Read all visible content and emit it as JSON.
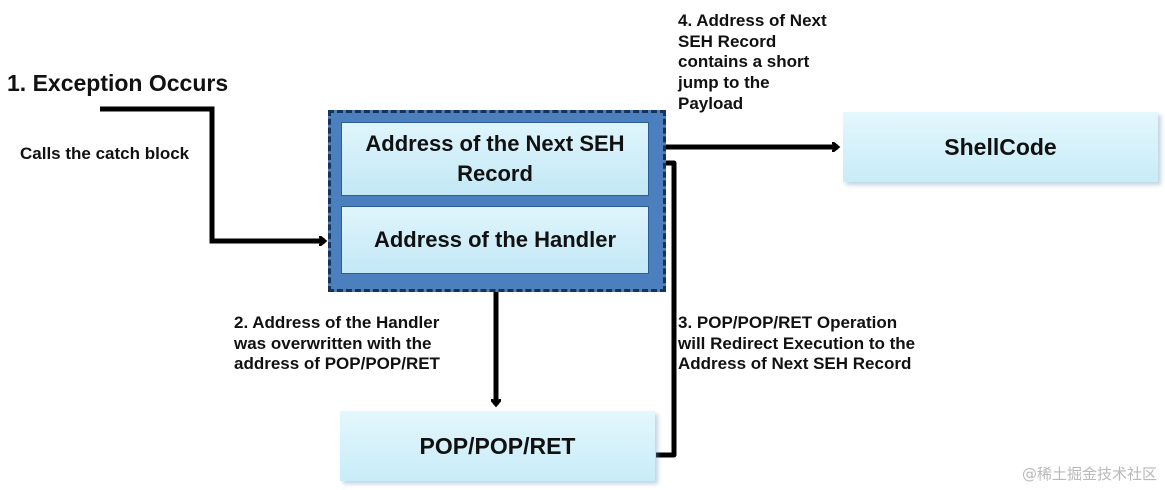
{
  "diagram": {
    "title": "1. Exception Occurs",
    "catch_label": "Calls the catch block",
    "seh_record": {
      "next_record_label": "Address of the Next SEH\nRecord",
      "handler_label": "Address of the Handler"
    },
    "shellcode_label": "ShellCode",
    "poppopret_label": "POP/POP/RET",
    "step2_label": "2. Address of the Handler\nwas overwritten with the\naddress of POP/POP/RET",
    "step3_label": "3. POP/POP/RET Operation\nwill Redirect Execution to the\nAddress of Next SEH Record",
    "step4_label": "4. Address of Next\nSEH Record\ncontains a short\njump to the\nPayload"
  },
  "colors": {
    "seh_container": "#4c7fbd",
    "seh_border": "#16335a",
    "box_fill": "#c8ecf8",
    "arrow": "#000000"
  },
  "watermark": "@稀土掘金技术社区"
}
